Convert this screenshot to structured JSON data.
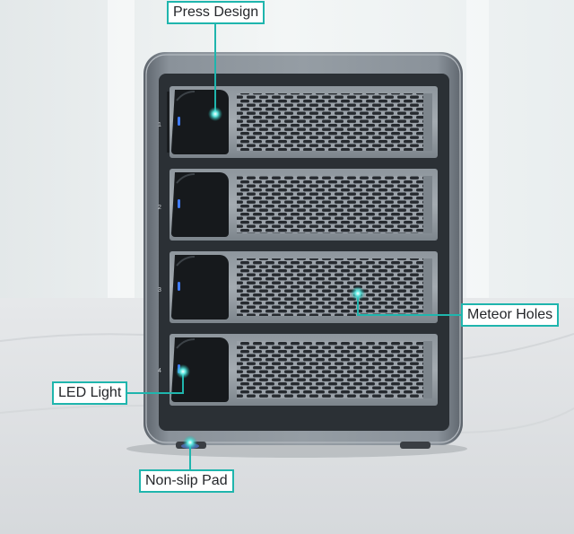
{
  "scene": {
    "description_alt": "4-bay drive enclosure product photo with callouts",
    "accent_color": "#1fb5ad",
    "bay_numbers": [
      "1",
      "2",
      "3",
      "4"
    ]
  },
  "callouts": {
    "press_design": "Press Design",
    "meteor_holes": "Meteor Holes",
    "led_light": "LED Light",
    "non_slip_pad": "Non-slip Pad"
  }
}
